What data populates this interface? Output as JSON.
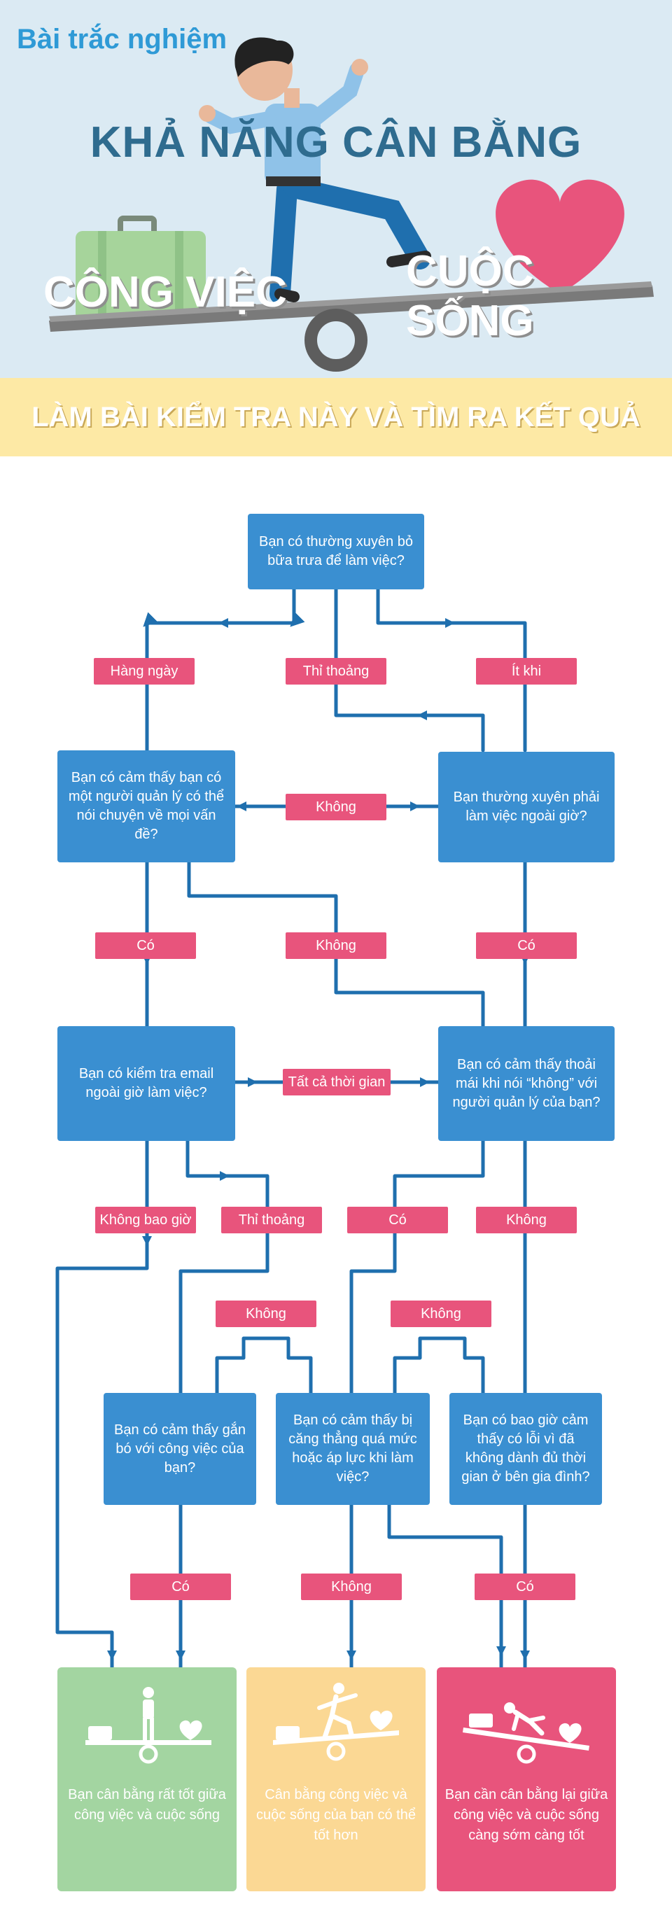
{
  "header": {
    "quiz_label": "Bài trắc nghiệm",
    "title": "KHẢ NĂNG CÂN BẰNG",
    "work_word": "CÔNG VIỆC",
    "life_word": "CUỘC SỐNG"
  },
  "banner": {
    "text": "LÀM BÀI KIỂM TRA NÀY VÀ TÌM RA KẾT QUẢ"
  },
  "questions": {
    "q1": "Bạn có thường xuyên bỏ bữa trưa để làm việc?",
    "q2": "Bạn có cảm thấy bạn có một người quản lý có thể nói chuyện về mọi vấn đề?",
    "q3": "Bạn thường xuyên phải làm việc ngoài giờ?",
    "q4": "Bạn có kiểm tra email ngoài giờ làm việc?",
    "q5": "Bạn có cảm thấy thoải mái khi nói “không” với người quản lý của bạn?",
    "q6": "Bạn có cảm thấy gắn bó với công việc của bạn?",
    "q7": "Bạn có cảm thấy bị căng thẳng quá mức hoặc áp lực khi làm việc?",
    "q8": "Bạn có bao giờ cảm thấy có lỗi vì đã không dành đủ thời gian ở bên gia đình?"
  },
  "labels": {
    "daily": "Hàng ngày",
    "sometimes": "Thỉ thoảng",
    "rarely": "Ít khi",
    "no_q3": "Không",
    "yes_q2": "Có",
    "no_q2": "Không",
    "yes_q3": "Có",
    "all_time": "Tất cả thời gian",
    "never": "Không bao giờ",
    "sometimes_q4": "Thỉ thoảng",
    "yes_q5": "Có",
    "no_q5": "Không",
    "no_q6": "Không",
    "no_q8": "Không",
    "yes_q6": "Có",
    "no_q7": "Không",
    "yes_q8": "Có"
  },
  "results": {
    "green": "Bạn cân bằng rất tốt giữa công việc và cuộc sống",
    "yellow": "Cân bằng công việc và cuộc sống của bạn có thể tốt hơn",
    "pink": "Bạn cần cân bằng lại giữa công việc và cuộc sống càng sớm càng tốt"
  },
  "colors": {
    "node": "#3a8fd1",
    "tag": "#e8547c",
    "line": "#1f6fae",
    "hero_bg": "#dbeaf3",
    "banner": "#fde9a5",
    "result_green": "#a3d5a1",
    "result_yellow": "#fbd894",
    "result_pink": "#e8547c"
  }
}
